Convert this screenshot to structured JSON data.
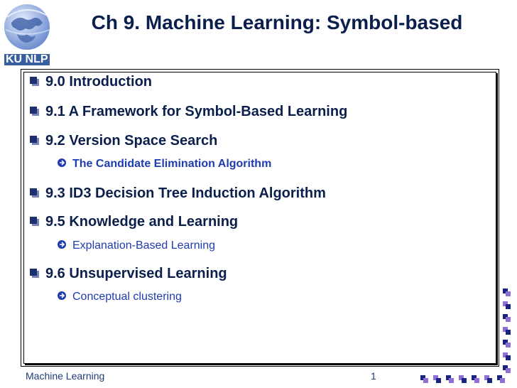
{
  "header": {
    "logo_text": "KU NLP",
    "title": "Ch 9. Machine Learning: Symbol-based"
  },
  "outline": {
    "items": [
      {
        "label": "9.0 Introduction"
      },
      {
        "label": "9.1 A Framework for Symbol-Based Learning"
      },
      {
        "label": "9.2 Version Space Search",
        "sub": "The Candidate Elimination Algorithm"
      },
      {
        "label": "9.3 ID3 Decision Tree Induction Algorithm"
      },
      {
        "label": "9.5 Knowledge and Learning",
        "sub": "Explanation-Based Learning"
      },
      {
        "label": "9.6 Unsupervised Learning",
        "sub": "Conceptual clustering"
      }
    ]
  },
  "footer": {
    "left": "Machine Learning",
    "page_number": "1"
  },
  "colors": {
    "title": "#0b1f4d",
    "subitem": "#1f3bb0",
    "bullet": "#1e2f6e",
    "deco_dark": "#1a237e",
    "deco_light": "#8e6fd6"
  }
}
